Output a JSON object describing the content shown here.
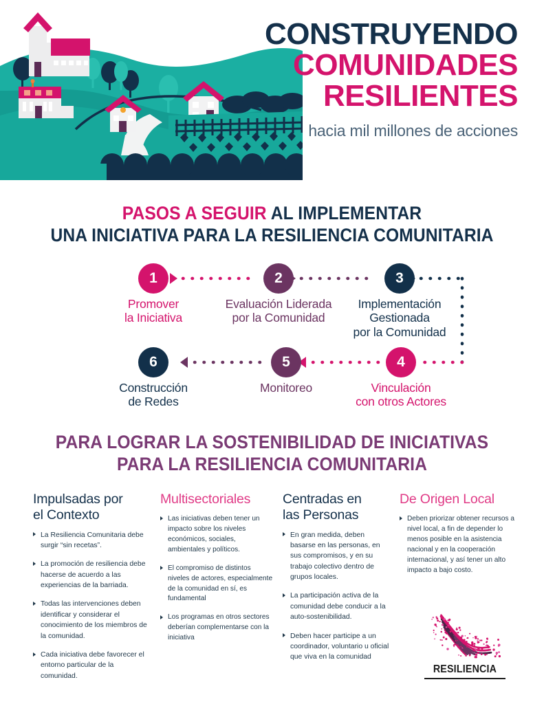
{
  "hero": {
    "title_line1": "CONSTRUYENDO",
    "title_line2": "COMUNIDADES",
    "title_line3": "RESILIENTES",
    "subtitle": "hacia mil millones de acciones",
    "colors": {
      "navy": "#14304a",
      "pink": "#D4136C",
      "teal": "#17A398",
      "teal_dark": "#0E9488",
      "purple": "#6B3461",
      "subtitle_gray": "#4a6277"
    }
  },
  "steps_section": {
    "heading_part1": "PASOS A SEGUIR",
    "heading_part2": " AL IMPLEMENTAR",
    "heading_line2": "UNA INICIATIVA PARA LA RESILIENCIA COMUNITARIA",
    "steps": [
      {
        "number": "1",
        "label": "Promover\nla Iniciativa",
        "label_l1": "Promover",
        "label_l2": "la Iniciativa",
        "label_l3": "",
        "color": "#D4136C",
        "style": "pink"
      },
      {
        "number": "2",
        "label": "Evaluación Liderada por la Comunidad",
        "label_l1": "Evaluación Liderada",
        "label_l2": "por la Comunidad",
        "label_l3": "",
        "color": "#6B3461",
        "style": "purple"
      },
      {
        "number": "3",
        "label": "Implementación Gestionada por la Comunidad",
        "label_l1": "Implementación",
        "label_l2": "Gestionada",
        "label_l3": "por la Comunidad",
        "color": "#12304a",
        "style": "navy"
      },
      {
        "number": "4",
        "label": "Vinculación con otros Actores",
        "label_l1": "Vinculación",
        "label_l2": "con otros Actores",
        "label_l3": "",
        "color": "#D4136C",
        "style": "pink"
      },
      {
        "number": "5",
        "label": "Monitoreo",
        "label_l1": "Monitoreo",
        "label_l2": "",
        "label_l3": "",
        "color": "#6B3461",
        "style": "purple"
      },
      {
        "number": "6",
        "label": "Construcción de Redes",
        "label_l1": "Construcción",
        "label_l2": "de Redes",
        "label_l3": "",
        "color": "#12304a",
        "style": "navy"
      }
    ]
  },
  "sustainability_section": {
    "heading_line1": "PARA LOGRAR LA SOSTENIBILIDAD DE INICIATIVAS",
    "heading_line2": "PARA LA RESILIENCIA COMUNITARIA",
    "heading_color": "#7A3A74",
    "columns": [
      {
        "title_l1": "Impulsadas por",
        "title_l2": "el Contexto",
        "title_color": "#14304a",
        "bullets": [
          "La Resiliencia Comunitaria debe surgir “sin recetas”.",
          "La promoción de resiliencia debe hacerse de acuerdo a las experiencias de la barriada.",
          "Todas las intervenciones deben identificar y considerar el conocimiento de los miembros de la comunidad.",
          "Cada iniciativa debe favorecer el entorno particular de la comunidad."
        ]
      },
      {
        "title_l1": "Multisectoriales",
        "title_l2": "",
        "title_color": "#E03A86",
        "bullets": [
          "Las iniciativas deben tener un impacto sobre los niveles económicos, sociales, ambientales y políticos.",
          "El compromiso de distintos niveles de actores, especialmente de la comunidad en sí, es fundamental",
          "Los programas en otros sectores deberían complementarse con la iniciativa"
        ]
      },
      {
        "title_l1": "Centradas en",
        "title_l2": "las Personas",
        "title_color": "#14304a",
        "bullets": [
          "En gran medida, deben basarse en las personas, en sus compromisos, y en su trabajo colectivo dentro de grupos locales.",
          "La participación activa de la comunidad debe conducir a la auto-sostenibilidad.",
          "Deben hacer participe a un coordinador, voluntario u oficial que viva en la comunidad"
        ]
      },
      {
        "title_l1": "De Origen Local",
        "title_l2": "",
        "title_color": "#E03A86",
        "bullets": [
          "Deben priorizar obtener recursos a nivel local, a fin de depender lo menos posible en la asistencia nacional y en la cooperación internacional, y así tener un alto impacto a bajo costo."
        ]
      }
    ]
  },
  "logo": {
    "wordmark": "RESILIENCIA"
  }
}
